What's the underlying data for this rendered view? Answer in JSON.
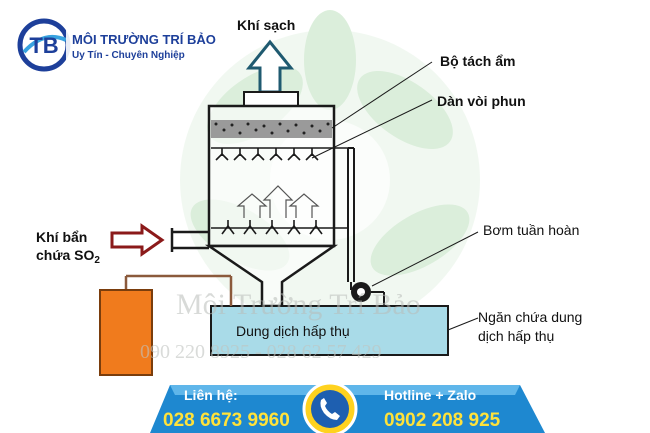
{
  "logo": {
    "mark": "TB",
    "name": "MÔI TRƯỜNG TRÍ BẢO",
    "tagline": "Uy Tín - Chuyên Nghiệp"
  },
  "labels": {
    "clean_gas": "Khí sạch",
    "mist_eliminator": "Bộ tách ẩm",
    "spray_nozzles": "Dàn vòi phun",
    "dirty_gas_line1": "Khí bẩn",
    "dirty_gas_line2": "chứa SO",
    "dirty_gas_sub": "2",
    "circulation_pump": "Bơm tuần hoàn",
    "absorbent_tank": "Dung dịch hấp thụ",
    "tank_compartment_line1": "Ngăn chứa dung",
    "tank_compartment_line2": "dịch hấp thụ"
  },
  "watermark": {
    "name": "Môi Trường Trí Bảo",
    "phones": "090 220 8925 - 028 62 57 429"
  },
  "contact": {
    "contact_label": "Liên hệ:",
    "contact_phone": "028 6673 9960",
    "hotline_label": "Hotline + Zalo",
    "hotline_phone": "0902 208 925"
  },
  "colors": {
    "brand_blue": "#1d3f9a",
    "tank_fill": "#a9dbe8",
    "inlet_arrow": "#8b1a1a",
    "outlet_arrow": "#1f5a70",
    "side_tank": "#f07b1d",
    "pipe": "#8b5a3c",
    "banner_blue": "#1e88d0",
    "phone_yellow": "#ffe23a"
  }
}
